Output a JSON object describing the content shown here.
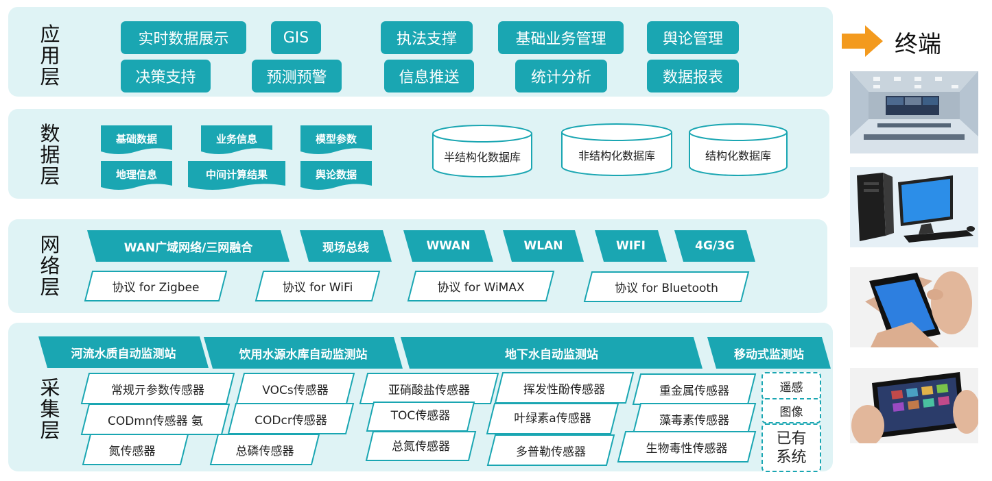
{
  "layers": {
    "application": {
      "title": "应用层",
      "modules": [
        "实时数据展示",
        "GIS",
        "执法支撑",
        "基础业务管理",
        "舆论管理",
        "决策支持",
        "预测预警",
        "信息推送",
        "统计分析",
        "数据报表"
      ]
    },
    "data": {
      "title": "数据层",
      "documents": [
        "基础数据",
        "业务信息",
        "模型参数",
        "地理信息",
        "中间计算结果",
        "舆论数据"
      ],
      "databases": [
        "半结构化数据库",
        "非结构化数据库",
        "结构化数据库"
      ]
    },
    "network": {
      "title": "网络层",
      "networks": [
        "WAN广域网络/三网融合",
        "现场总线",
        "WWAN",
        "WLAN",
        "WIFI",
        "4G/3G"
      ],
      "protocols": [
        "协议 for Zigbee",
        "协议 for WiFi",
        "协议 for WiMAX",
        "协议 for Bluetooth"
      ]
    },
    "collection": {
      "title": "采集层",
      "stations": [
        "河流水质自动监测站",
        "饮用水源水库自动监测站",
        "地下水自动监测站",
        "移动式监测站"
      ],
      "sensors": [
        "常规亓参数传感器",
        "VOCs传感器",
        "亚硝酸盐传感器",
        "挥发性酚传感器",
        "重金属传感器",
        "CODmn传感器 氨",
        "CODcr传感器",
        "TOC传感器",
        "叶绿素a传感器",
        "藻毒素传感器",
        "氮传感器",
        "总磷传感器",
        "总氮传感器",
        "多普勒传感器",
        "生物毒性传感器"
      ],
      "other_sources": [
        "遥感",
        "图像",
        "已有系统"
      ]
    }
  },
  "terminal": {
    "label": "终端",
    "devices": [
      "control-room",
      "desktop-computer",
      "smartphone",
      "tablet"
    ]
  },
  "colors": {
    "accent": "#1aa6b2",
    "layer_bg": "#dff3f5",
    "arrow": "#f39a1e"
  }
}
